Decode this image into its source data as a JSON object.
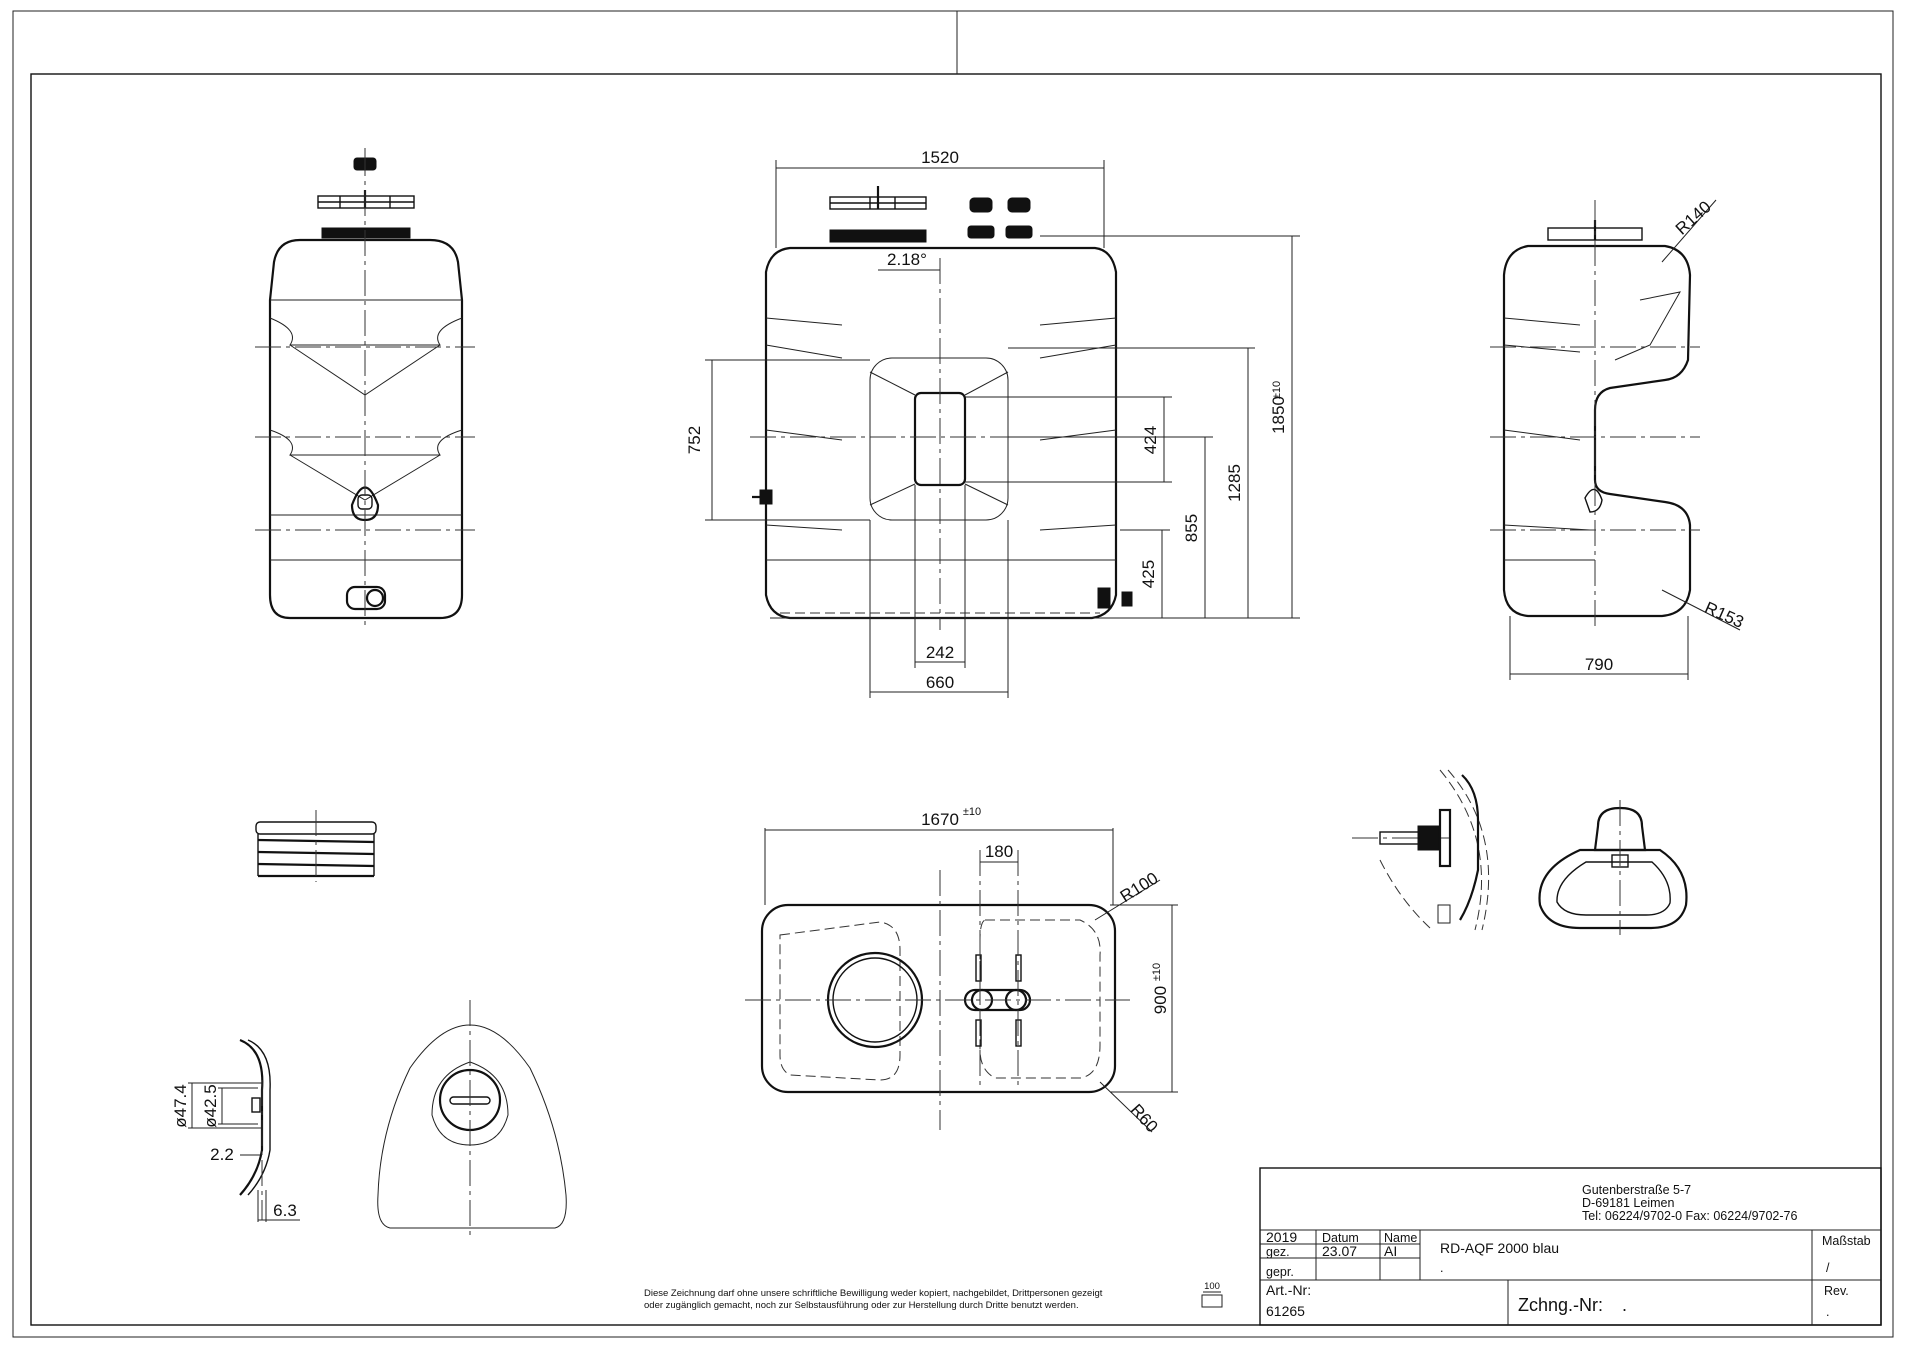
{
  "views": {
    "front": {
      "width": "1520",
      "angle": "2.18°",
      "recess_height": "752",
      "window_height": "424",
      "window_width": "242",
      "recess_width": "660",
      "height_to_window": "855",
      "height_1285": "1285",
      "total_height": "1850",
      "total_height_tol": "±10",
      "outlet_height": "425"
    },
    "side": {
      "radius_top": "R140",
      "radius_bottom": "R153",
      "depth": "790"
    },
    "top": {
      "length": "1670",
      "length_tol": "±10",
      "hole_spacing": "180",
      "radius_corner": "R100",
      "radius_inner": "R60",
      "width": "900",
      "width_tol": "±10"
    },
    "detail": {
      "outer_dia": "ø47.4",
      "inner_dia": "ø42.5",
      "wall": "2.2",
      "offset": "6.3"
    }
  },
  "title_block": {
    "address_line1": "Gutenberstraße 5-7",
    "address_line2": "D-69181 Leimen",
    "address_line3": "Tel: 06224/9702-0  Fax: 06224/9702-76",
    "year": "2019",
    "col_datum": "Datum",
    "col_name": "Name",
    "row_gez": "gez.",
    "row_gepr": "gepr.",
    "date_value": "23.07",
    "name_value": "AI",
    "title": "RD-AQF 2000 blau",
    "title_sub": ".",
    "massstab_label": "Maßstab",
    "massstab_value": "/",
    "art_label": "Art.-Nr:",
    "art_value": "61265",
    "zchng_label": "Zchng.-Nr:",
    "zchng_value": ".",
    "rev_label": "Rev.",
    "rev_value": "."
  },
  "notice": {
    "line1": "Diese Zeichnung darf ohne unsere schriftliche Bewilligung weder kopiert, nachgebildet, Drittpersonen gezeigt",
    "line2": "oder zugänglich gemacht, noch zur Selbstausführung oder zur Herstellung durch Dritte benutzt werden."
  },
  "scale_symbol": "100"
}
